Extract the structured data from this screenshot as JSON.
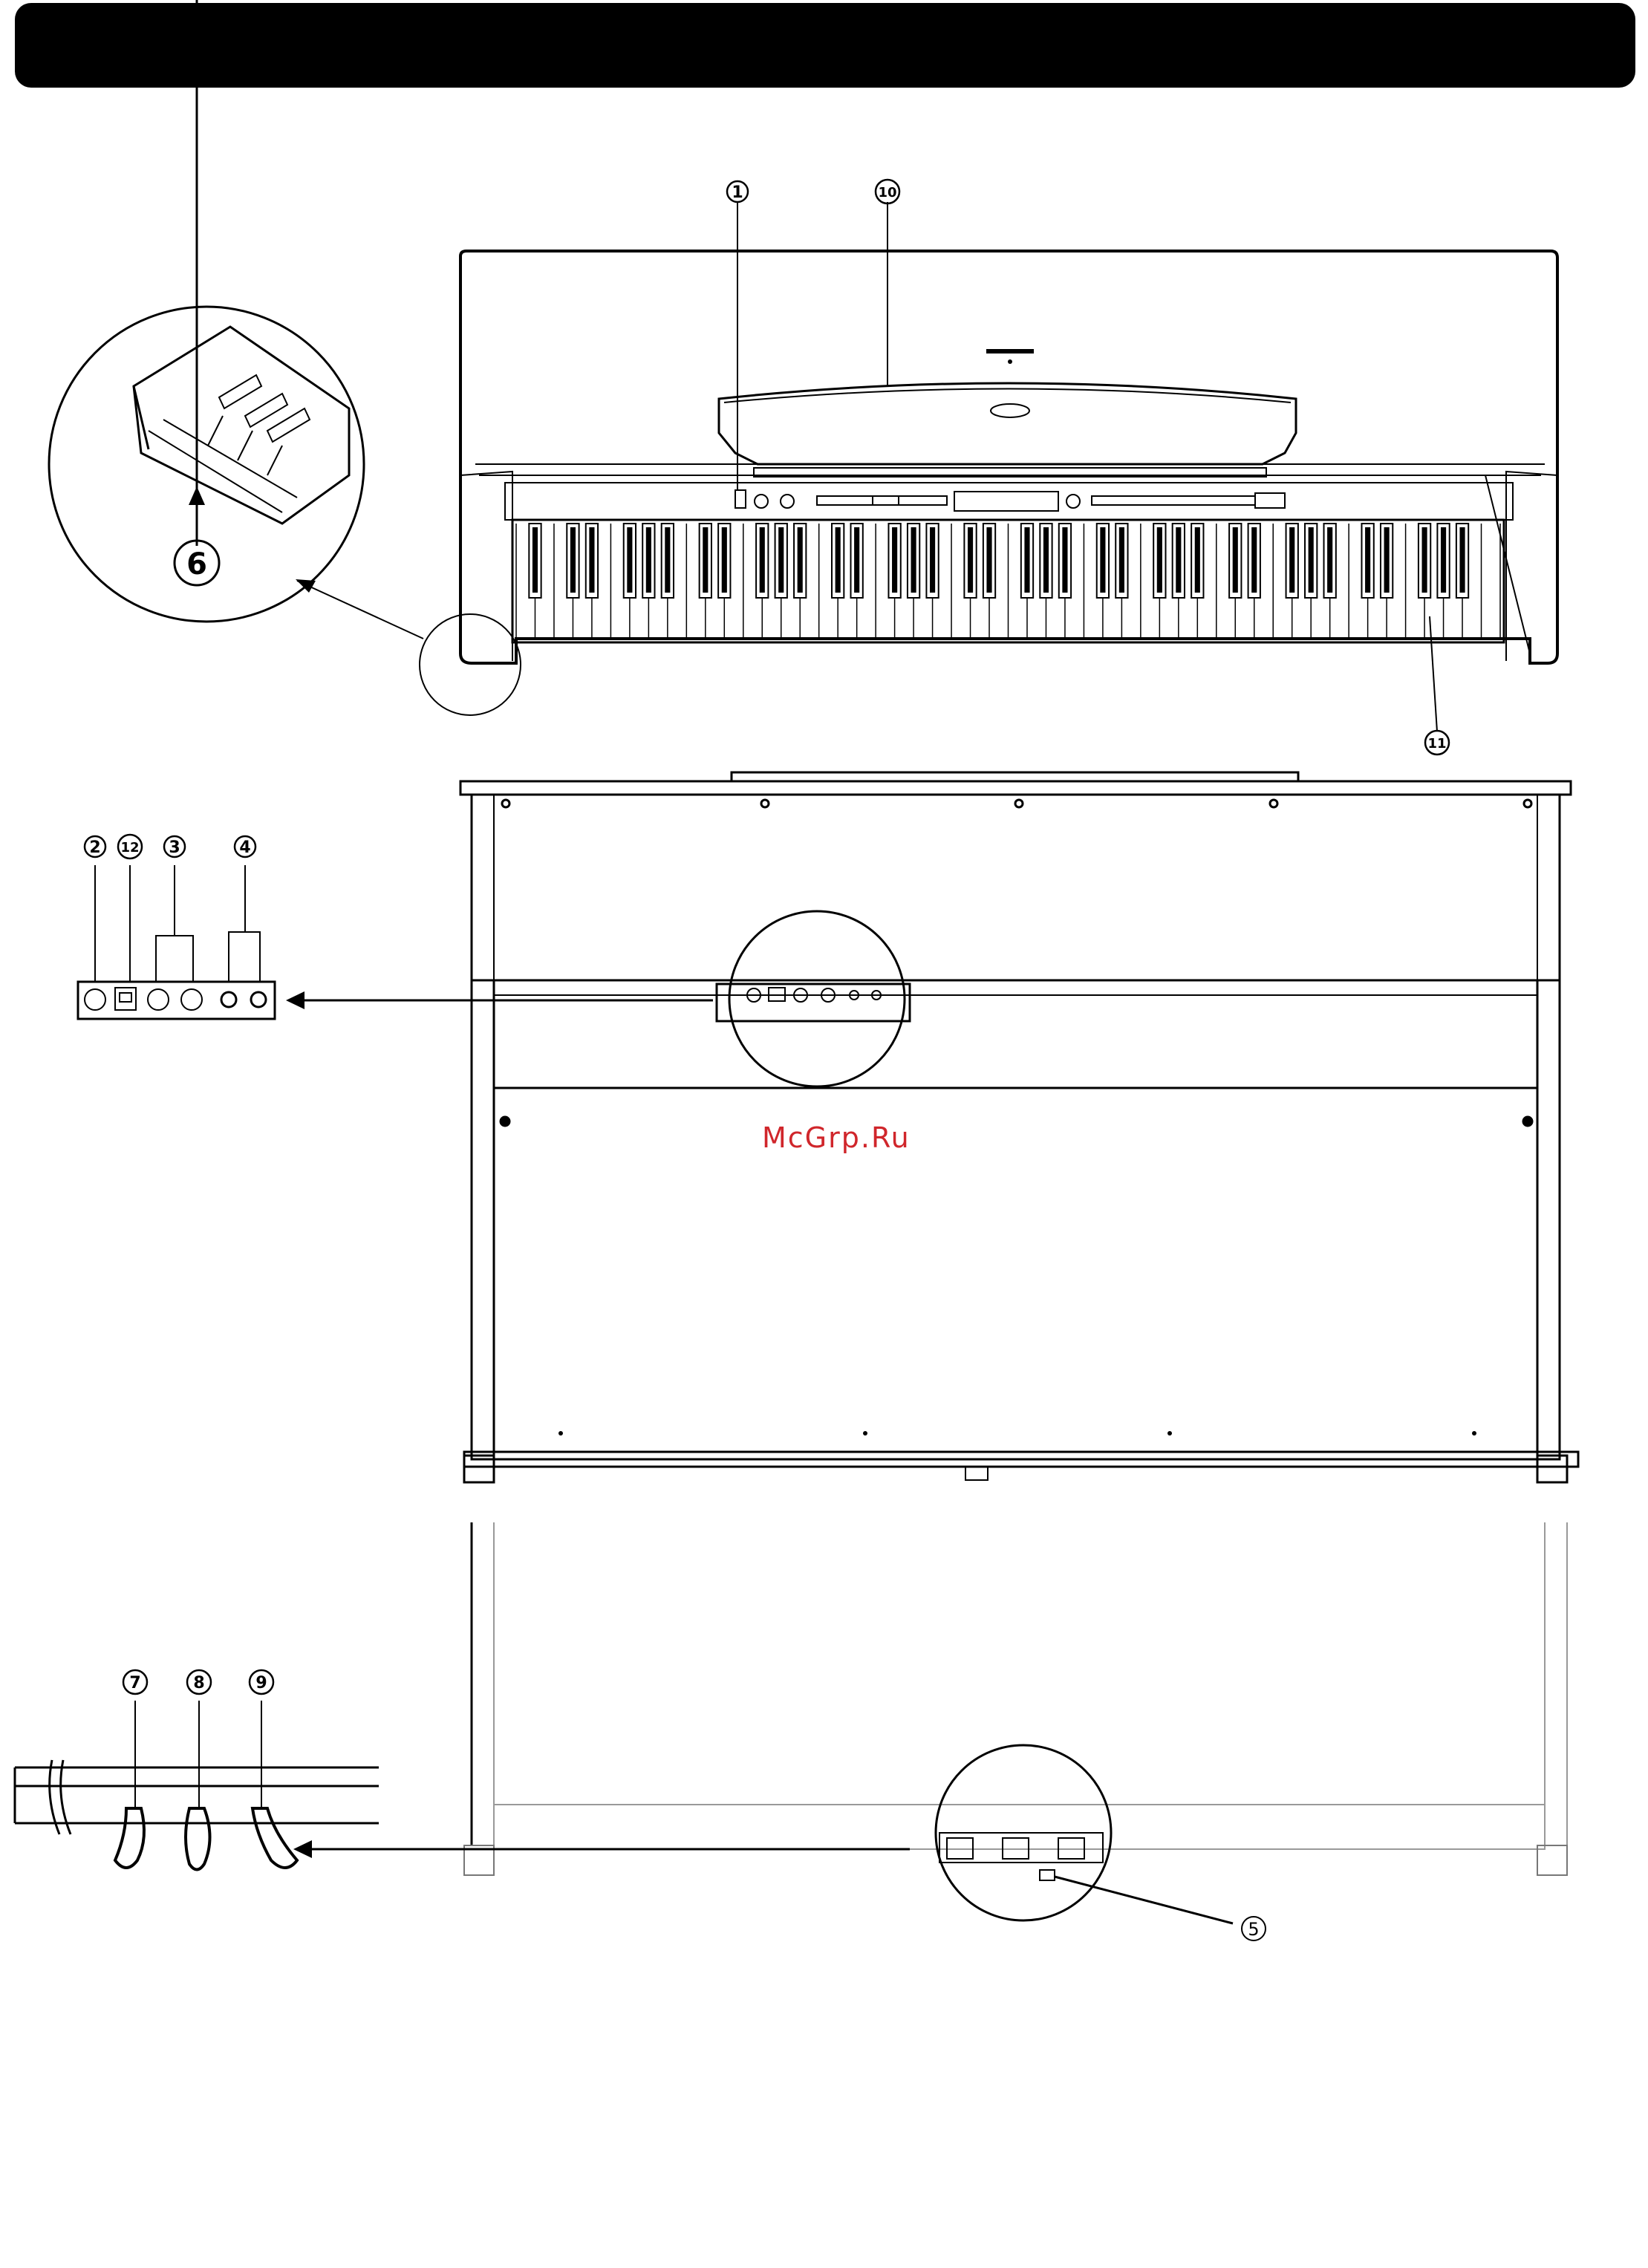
{
  "header": {
    "bar_color": "#000000"
  },
  "watermark": {
    "text": "McGrp.Ru",
    "color": "#d0262b"
  },
  "callouts": {
    "c1": "1",
    "c2": "2",
    "c3": "3",
    "c4": "4",
    "c5": "5",
    "c6": "6",
    "c7": "7",
    "c8": "8",
    "c9": "9",
    "c10": "10",
    "c11": "11",
    "c12": "12"
  },
  "views": [
    "piano-front-view",
    "piano-rear-view",
    "piano-stand-pedal-view"
  ]
}
